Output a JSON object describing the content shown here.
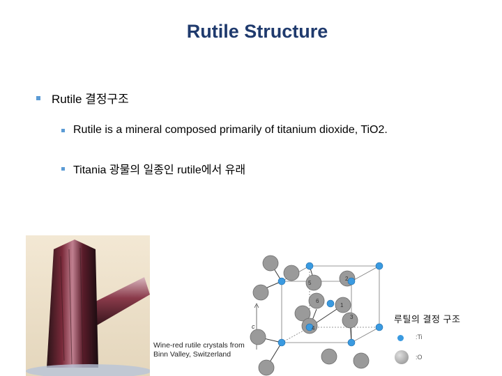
{
  "slide": {
    "title": "Rutile Structure",
    "bullet_level1": "Rutile 결정구조",
    "bullet_level2": [
      "Rutile is a mineral composed primarily of titanium dioxide, TiO2.",
      "Titania 광물의 일종인 rutile에서 유래"
    ]
  },
  "photo": {
    "caption": "Wine-red rutile crystals from Binn Valley, Switzerland"
  },
  "crystal_figure": {
    "caption": "루틸의 결정 구조",
    "axis_label": "c",
    "site_labels": [
      "5",
      "2",
      "6",
      "1",
      "3",
      "4"
    ],
    "legend": [
      ":Ti",
      ":O"
    ]
  },
  "colors": {
    "title": "#1f3a6d",
    "bullet": "#5b9bd5",
    "ti_atom": "#3a9ae0",
    "o_atom": "#9a9a9a"
  }
}
